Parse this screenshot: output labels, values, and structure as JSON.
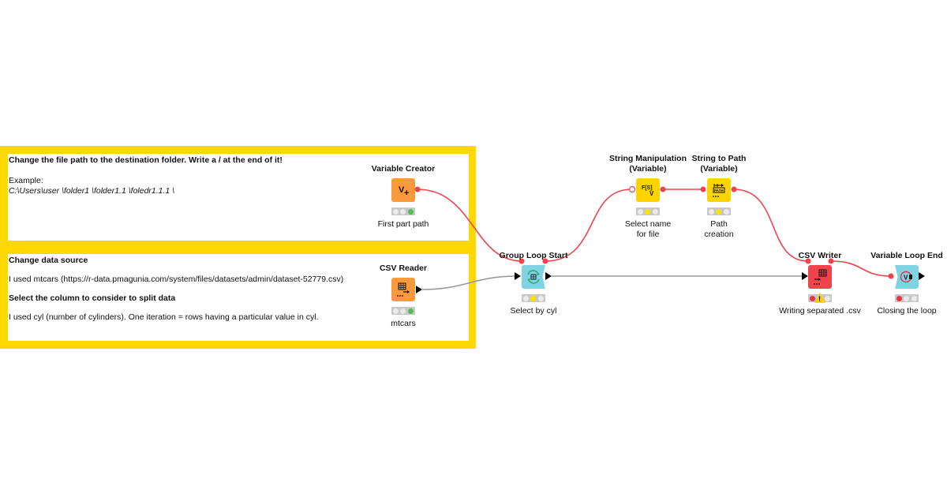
{
  "annotations": [
    {
      "title": "Change the file path to the destination folder. Write a / at the end of it!",
      "example_label": "Example:",
      "example_path": "C:\\Users\\user \\folder1 \\folder1.1 \\foledr1.1.1 \\"
    },
    {
      "heading1": "Change data source",
      "text1": "I used mtcars (https://r-data.pmagunia.com/system/files/datasets/admin/dataset-52779.csv)",
      "heading2": "Select the column to consider to split data",
      "text2": "I used cyl (number of cylinders). One iteration = rows having a particular value in cyl."
    }
  ],
  "nodes": {
    "variable_creator": {
      "title": "Variable Creator",
      "label": "First part path",
      "status": "executed",
      "icon": "variable-plus-icon",
      "color": "#fb9a3c"
    },
    "csv_reader": {
      "title": "CSV Reader",
      "label": "mtcars",
      "status": "executed",
      "icon": "table-reader-icon",
      "color": "#fb9a3c"
    },
    "group_loop_start": {
      "title": "Group Loop Start",
      "label": "Select by cyl",
      "status": "configured",
      "icon": "loop-start-icon",
      "color": "#7fd3e2"
    },
    "string_manipulation": {
      "title": "String Manipulation\n(Variable)",
      "title_line1": "String Manipulation",
      "title_line2": "(Variable)",
      "label_line1": "Select name",
      "label_line2": "for file",
      "status": "configured",
      "icon": "string-manipulation-icon",
      "glyph": "F[S]",
      "glyph_sub": "V",
      "color": "#fdd300"
    },
    "string_to_path": {
      "title_line1": "String to Path",
      "title_line2": "(Variable)",
      "label_line1": "Path",
      "label_line2": "creation",
      "status": "configured",
      "icon": "string-to-path-icon",
      "glyph": "PATH",
      "color": "#fdd300"
    },
    "csv_writer": {
      "title": "CSV Writer",
      "label": "Writing separated .csv",
      "status": "not-configured-warning",
      "icon": "table-writer-icon",
      "warning": "!",
      "color": "#f0434c"
    },
    "variable_loop_end": {
      "title": "Variable Loop End",
      "label": "Closing the loop",
      "status": "not-configured",
      "icon": "loop-end-icon",
      "glyph": "V",
      "color": "#7fd3e2"
    }
  },
  "colors": {
    "annotation_border": "#ffd800",
    "variable_connection": "#f0434c",
    "data_connection": "#9a9a9a"
  }
}
